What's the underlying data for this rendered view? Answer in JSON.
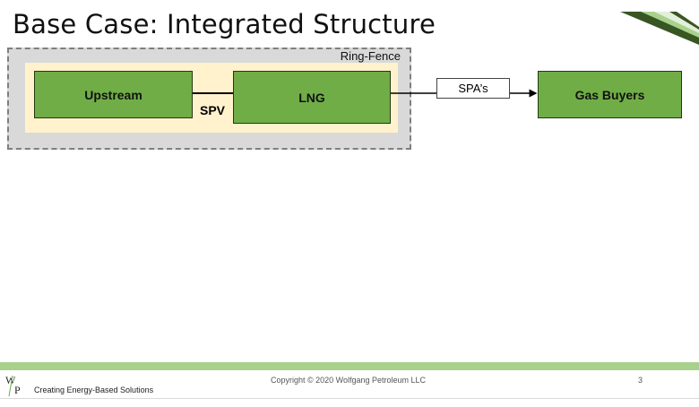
{
  "slide": {
    "title": "Base Case: Integrated Structure",
    "ring_fence_label": "Ring-Fence",
    "spv_label": "SPV",
    "boxes": {
      "upstream": "Upstream",
      "lng": "LNG",
      "gas_buyers": "Gas Buyers"
    },
    "spa_label": "SPA’s"
  },
  "footer": {
    "logo_text_w": "W",
    "logo_text_p": "P",
    "tagline": "Creating Energy-Based Solutions",
    "copyright": "Copyright © 2020 Wolfgang Petroleum LLC",
    "page_number": "3"
  },
  "colors": {
    "box_green": "#70ad47",
    "spv_fill": "#fff2cc",
    "ring_fence_fill": "#d9d9d9",
    "footer_band": "#a9d18e"
  }
}
